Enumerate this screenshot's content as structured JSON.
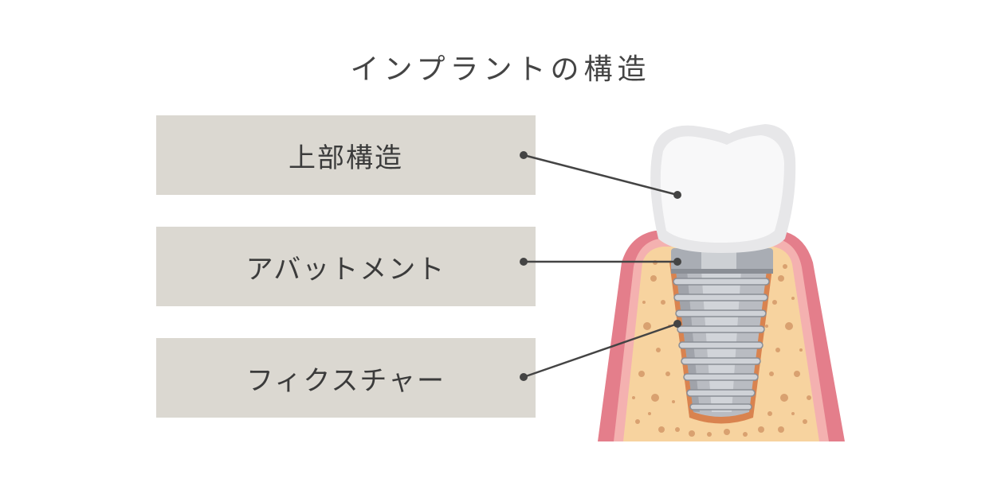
{
  "title": "インプラントの構造",
  "labels": [
    {
      "text": "上部構造"
    },
    {
      "text": "アバットメント"
    },
    {
      "text": "フィクスチャー"
    }
  ],
  "colors": {
    "label_bg": "#dbd8d1",
    "leader": "#444444",
    "gum": "#e9838f",
    "bone": "#f7d39f",
    "bone_spots": "#d9a170",
    "crown": "#f2f2f2",
    "metal": "#b9bcc2"
  }
}
